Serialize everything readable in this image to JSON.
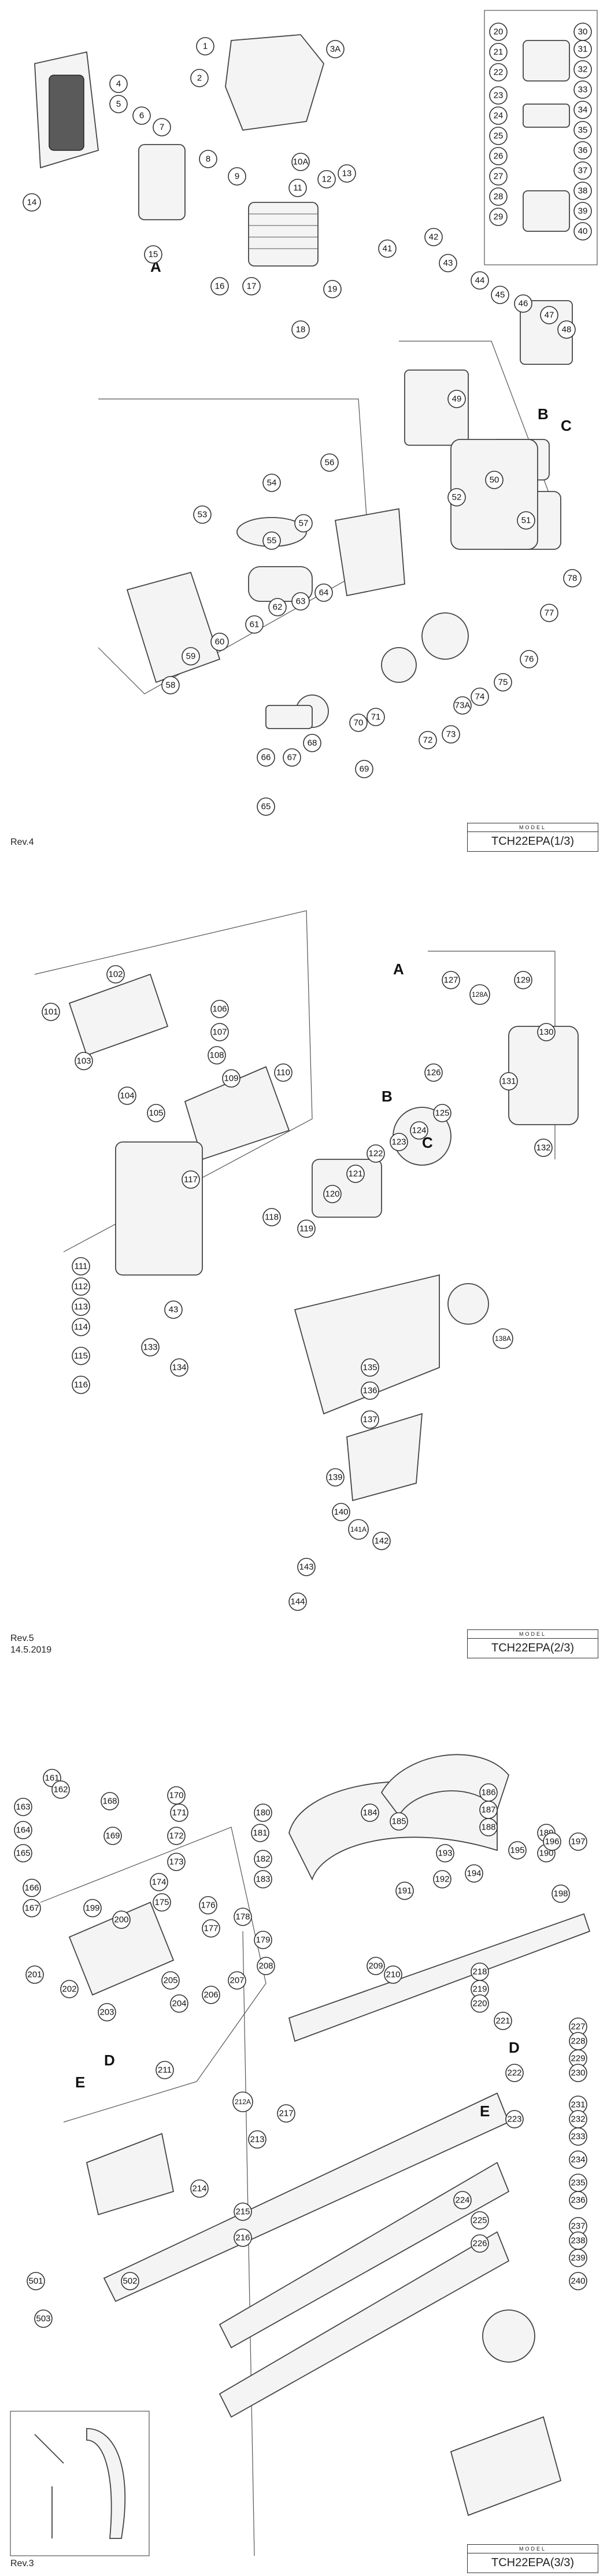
{
  "sheets": [
    {
      "model_caption": "MODEL",
      "model_name": "TCH22EPA(1/3)",
      "rev": "Rev.4",
      "date": "",
      "refs": [
        "A",
        "B",
        "C"
      ],
      "callouts": [
        "1",
        "2",
        "3A",
        "4",
        "5",
        "6",
        "7",
        "8",
        "9",
        "10A",
        "11",
        "12",
        "13",
        "14",
        "15",
        "16",
        "17",
        "18",
        "19",
        "20",
        "21",
        "22",
        "23",
        "24",
        "25",
        "26",
        "27",
        "28",
        "29",
        "30",
        "31",
        "32",
        "33",
        "34",
        "35",
        "36",
        "37",
        "38",
        "39",
        "40",
        "41",
        "42",
        "43",
        "44",
        "45",
        "46",
        "47",
        "48",
        "49",
        "50",
        "51",
        "52",
        "53",
        "54",
        "55",
        "56",
        "57",
        "58",
        "59",
        "60",
        "61",
        "62",
        "63",
        "64",
        "65",
        "66",
        "67",
        "68",
        "69",
        "70",
        "71",
        "72",
        "73",
        "73A",
        "74",
        "75",
        "76",
        "77",
        "78"
      ]
    },
    {
      "model_caption": "MODEL",
      "model_name": "TCH22EPA(2/3)",
      "rev": "Rev.5",
      "date": "14.5.2019",
      "refs": [
        "A",
        "B",
        "C"
      ],
      "callouts": [
        "101",
        "102",
        "103",
        "104",
        "105",
        "106",
        "107",
        "108",
        "109",
        "110",
        "111",
        "112",
        "113",
        "114",
        "115",
        "116",
        "117",
        "118",
        "119",
        "120",
        "121",
        "122",
        "123",
        "124",
        "125",
        "126",
        "127",
        "128A",
        "129",
        "130",
        "131",
        "132",
        "133",
        "134",
        "135",
        "136",
        "137",
        "138A",
        "139",
        "140",
        "141A",
        "142",
        "143",
        "144",
        "43"
      ]
    },
    {
      "model_caption": "MODEL",
      "model_name": "TCH22EPA(3/3)",
      "rev": "Rev.3",
      "date": "",
      "refs": [
        "D",
        "E",
        "D",
        "E"
      ],
      "callouts": [
        "161",
        "162",
        "163",
        "164",
        "165",
        "166",
        "167",
        "168",
        "169",
        "170",
        "171",
        "172",
        "173",
        "174",
        "175",
        "176",
        "177",
        "178",
        "179",
        "180",
        "181",
        "182",
        "183",
        "184",
        "185",
        "186",
        "187",
        "188",
        "189",
        "190",
        "191",
        "192",
        "193",
        "194",
        "195",
        "196",
        "197",
        "198",
        "199",
        "200",
        "201",
        "202",
        "203",
        "204",
        "205",
        "206",
        "207",
        "208",
        "209",
        "210",
        "211",
        "212A",
        "213",
        "214",
        "215",
        "216",
        "217",
        "218",
        "219",
        "220",
        "221",
        "222",
        "223",
        "224",
        "225",
        "226",
        "227",
        "228",
        "229",
        "230",
        "231",
        "232",
        "233",
        "234",
        "235",
        "236",
        "237",
        "238",
        "239",
        "240",
        "501",
        "502",
        "503"
      ]
    }
  ]
}
